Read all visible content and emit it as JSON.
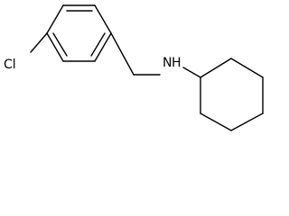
{
  "molecule": {
    "atoms": {
      "chlorine": "Cl",
      "amine": "N",
      "amine_hydrogen": "H"
    }
  }
}
